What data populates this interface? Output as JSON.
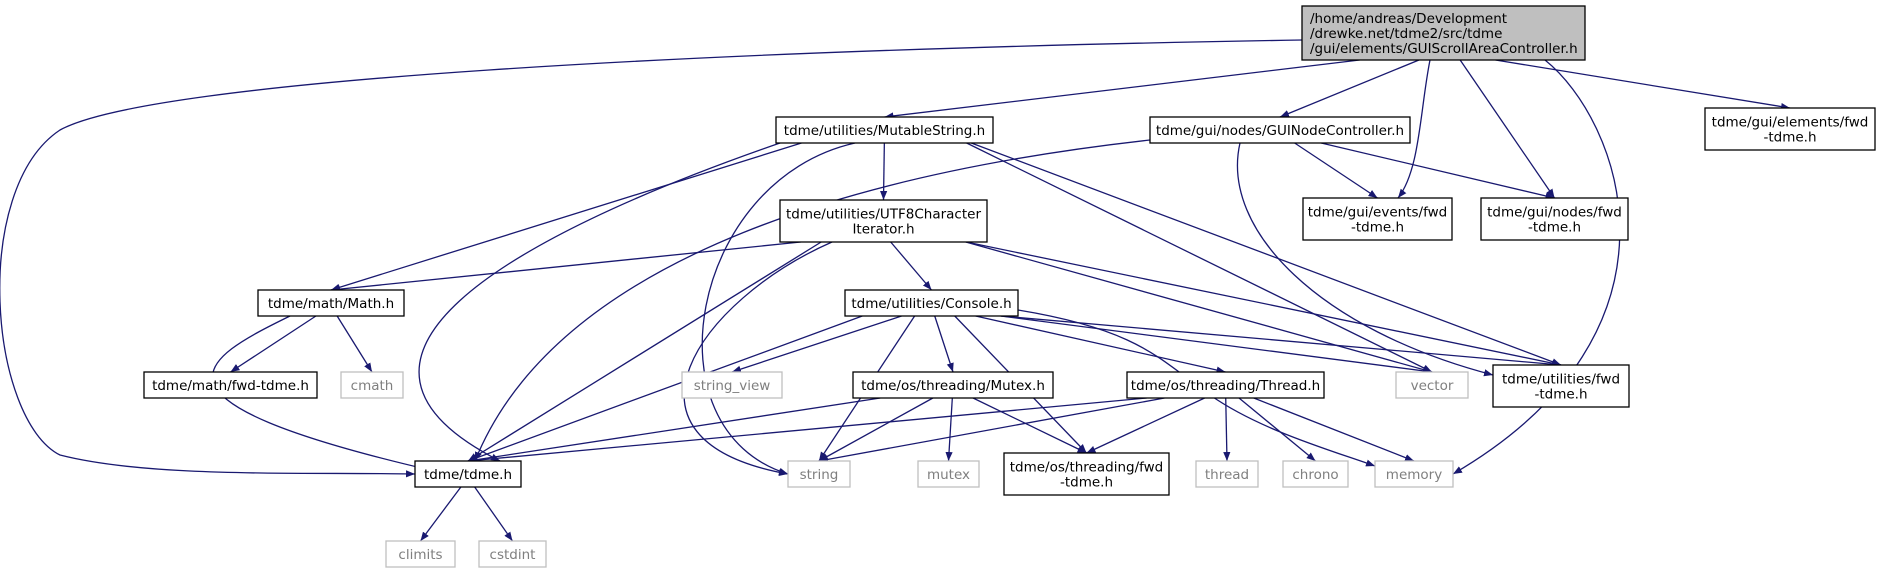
{
  "colors": {
    "edge": "#191970",
    "node_border": "#000000",
    "external_border": "#bfbfbf",
    "external_text": "#7f7f7f",
    "root_fill": "#bfbfbf"
  },
  "nodes": [
    {
      "id": "root",
      "kind": "root",
      "lines": [
        "/home/andreas/Development",
        "/drewke.net/tdme2/src/tdme",
        "/gui/elements/GUIScrollAreaController.h"
      ]
    },
    {
      "id": "mutablestring",
      "kind": "internal",
      "lines": [
        "tdme/utilities/MutableString.h"
      ]
    },
    {
      "id": "guinodecontroller",
      "kind": "internal",
      "lines": [
        "tdme/gui/nodes/GUINodeController.h"
      ]
    },
    {
      "id": "elements_fwd",
      "kind": "internal",
      "lines": [
        "tdme/gui/elements/fwd",
        "-tdme.h"
      ]
    },
    {
      "id": "utf8",
      "kind": "internal",
      "lines": [
        "tdme/utilities/UTF8Character",
        "Iterator.h"
      ]
    },
    {
      "id": "events_fwd",
      "kind": "internal",
      "lines": [
        "tdme/gui/events/fwd",
        "-tdme.h"
      ]
    },
    {
      "id": "nodes_fwd",
      "kind": "internal",
      "lines": [
        "tdme/gui/nodes/fwd",
        "-tdme.h"
      ]
    },
    {
      "id": "math",
      "kind": "internal",
      "lines": [
        "tdme/math/Math.h"
      ]
    },
    {
      "id": "console",
      "kind": "internal",
      "lines": [
        "tdme/utilities/Console.h"
      ]
    },
    {
      "id": "math_fwd",
      "kind": "internal",
      "lines": [
        "tdme/math/fwd-tdme.h"
      ]
    },
    {
      "id": "cmath",
      "kind": "external",
      "lines": [
        "cmath"
      ]
    },
    {
      "id": "string_view",
      "kind": "external",
      "lines": [
        "string_view"
      ]
    },
    {
      "id": "mutex_h",
      "kind": "internal",
      "lines": [
        "tdme/os/threading/Mutex.h"
      ]
    },
    {
      "id": "thread_h",
      "kind": "internal",
      "lines": [
        "tdme/os/threading/Thread.h"
      ]
    },
    {
      "id": "vector",
      "kind": "external",
      "lines": [
        "vector"
      ]
    },
    {
      "id": "utilities_fwd",
      "kind": "internal",
      "lines": [
        "tdme/utilities/fwd",
        "-tdme.h"
      ]
    },
    {
      "id": "tdme_h",
      "kind": "internal",
      "lines": [
        "tdme/tdme.h"
      ]
    },
    {
      "id": "string",
      "kind": "external",
      "lines": [
        "string"
      ]
    },
    {
      "id": "mutex",
      "kind": "external",
      "lines": [
        "mutex"
      ]
    },
    {
      "id": "threading_fwd",
      "kind": "internal",
      "lines": [
        "tdme/os/threading/fwd",
        "-tdme.h"
      ]
    },
    {
      "id": "thread",
      "kind": "external",
      "lines": [
        "thread"
      ]
    },
    {
      "id": "chrono",
      "kind": "external",
      "lines": [
        "chrono"
      ]
    },
    {
      "id": "memory",
      "kind": "external",
      "lines": [
        "memory"
      ]
    },
    {
      "id": "climits",
      "kind": "external",
      "lines": [
        "climits"
      ]
    },
    {
      "id": "cstdint",
      "kind": "external",
      "lines": [
        "cstdint"
      ]
    }
  ],
  "edges": [
    {
      "from": "root",
      "to": "tdme_h"
    },
    {
      "from": "root",
      "to": "mutablestring"
    },
    {
      "from": "root",
      "to": "guinodecontroller"
    },
    {
      "from": "root",
      "to": "events_fwd"
    },
    {
      "from": "root",
      "to": "nodes_fwd"
    },
    {
      "from": "root",
      "to": "memory"
    },
    {
      "from": "root",
      "to": "elements_fwd"
    },
    {
      "from": "mutablestring",
      "to": "tdme_h"
    },
    {
      "from": "mutablestring",
      "to": "string"
    },
    {
      "from": "mutablestring",
      "to": "utf8"
    },
    {
      "from": "mutablestring",
      "to": "math"
    },
    {
      "from": "mutablestring",
      "to": "vector"
    },
    {
      "from": "mutablestring",
      "to": "utilities_fwd"
    },
    {
      "from": "guinodecontroller",
      "to": "tdme_h"
    },
    {
      "from": "guinodecontroller",
      "to": "events_fwd"
    },
    {
      "from": "guinodecontroller",
      "to": "nodes_fwd"
    },
    {
      "from": "guinodecontroller",
      "to": "utilities_fwd"
    },
    {
      "from": "utf8",
      "to": "math"
    },
    {
      "from": "utf8",
      "to": "tdme_h"
    },
    {
      "from": "utf8",
      "to": "string"
    },
    {
      "from": "utf8",
      "to": "console"
    },
    {
      "from": "utf8",
      "to": "vector"
    },
    {
      "from": "utf8",
      "to": "utilities_fwd"
    },
    {
      "from": "math",
      "to": "tdme_h"
    },
    {
      "from": "math",
      "to": "math_fwd"
    },
    {
      "from": "math",
      "to": "cmath"
    },
    {
      "from": "console",
      "to": "tdme_h"
    },
    {
      "from": "console",
      "to": "string_view"
    },
    {
      "from": "console",
      "to": "string"
    },
    {
      "from": "console",
      "to": "mutex_h"
    },
    {
      "from": "console",
      "to": "threading_fwd"
    },
    {
      "from": "console",
      "to": "thread_h"
    },
    {
      "from": "console",
      "to": "memory"
    },
    {
      "from": "console",
      "to": "vector"
    },
    {
      "from": "console",
      "to": "utilities_fwd"
    },
    {
      "from": "mutex_h",
      "to": "tdme_h"
    },
    {
      "from": "mutex_h",
      "to": "string"
    },
    {
      "from": "mutex_h",
      "to": "mutex"
    },
    {
      "from": "mutex_h",
      "to": "threading_fwd"
    },
    {
      "from": "thread_h",
      "to": "tdme_h"
    },
    {
      "from": "thread_h",
      "to": "string"
    },
    {
      "from": "thread_h",
      "to": "threading_fwd"
    },
    {
      "from": "thread_h",
      "to": "thread"
    },
    {
      "from": "thread_h",
      "to": "chrono"
    },
    {
      "from": "thread_h",
      "to": "memory"
    },
    {
      "from": "tdme_h",
      "to": "climits"
    },
    {
      "from": "tdme_h",
      "to": "cstdint"
    }
  ]
}
